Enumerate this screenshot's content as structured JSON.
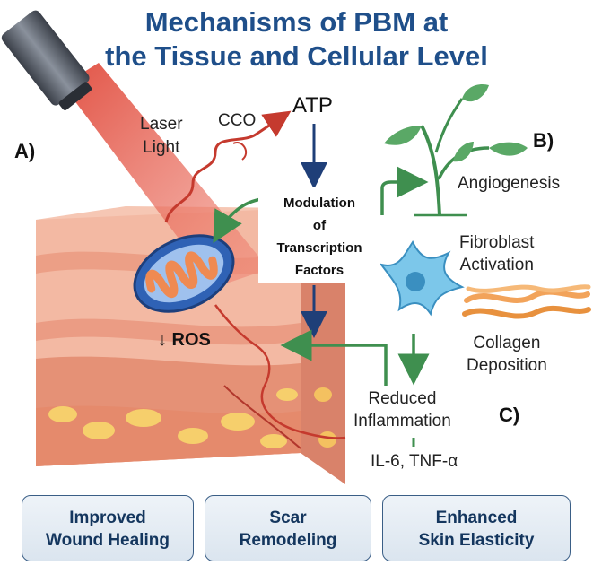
{
  "title": {
    "line1": "Mechanisms of PBM at",
    "line2": "the Tissue and Cellular Level"
  },
  "panels": {
    "a": "A)",
    "b": "B)",
    "c": "C)"
  },
  "labels": {
    "laser_line1": "Laser",
    "laser_line2": "Light",
    "cco": "CCO",
    "atp": "ATP",
    "modulation_line1": "Modulation",
    "modulation_line2": "of",
    "modulation_line3": "Transcription",
    "modulation_line4": "Factors",
    "ros": "↓ ROS",
    "angiogenesis": "Angiogenesis",
    "fibroblast_line1": "Fibroblast",
    "fibroblast_line2": "Activation",
    "collagen_line1": "Collagen",
    "collagen_line2": "Deposition",
    "inflammation_line1": "Reduced",
    "inflammation_line2": "Inflammation",
    "cytokines": "IL-6, TNF-α"
  },
  "outcomes": [
    {
      "line1": "Improved",
      "line2": "Wound Healing"
    },
    {
      "line1": "Scar",
      "line2": "Remodeling"
    },
    {
      "line1": "Enhanced",
      "line2": "Skin Elasticity"
    }
  ],
  "colors": {
    "title": "#1f4f8a",
    "laser_beam": "#e2574c",
    "arrow_blue": "#1f3f78",
    "arrow_green": "#3f8f4f",
    "vessel_red": "#c53a2e",
    "skin": "#f3b9a3",
    "mitochondria_outer": "#2f62b5",
    "mitochondria_cristae": "#ef8a52",
    "fibroblast": "#6fc0e6",
    "collagen": "#f2a35a",
    "plant": "#3f8f4f"
  }
}
